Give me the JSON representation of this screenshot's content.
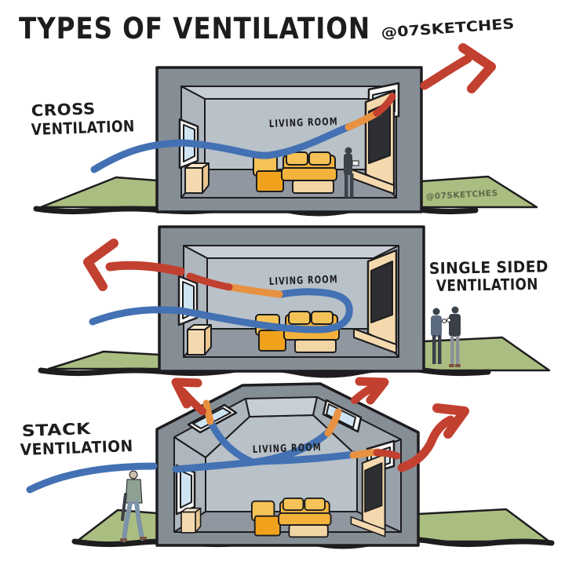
{
  "title": "TYPES OF VENTILATION",
  "author_handle": "@07SKETCHES",
  "watermark": "@07SKETCHES",
  "panels": [
    {
      "id": "cross-ventilation",
      "label_line1": "CROSS",
      "label_line2": "VENTILATION",
      "room_label": "LIVING ROOM",
      "depicts": "Cool air (blue) enters the left window, crosses the living room and exits (red) through a high window on the opposite wall."
    },
    {
      "id": "single-sided-ventilation",
      "label_line1": "SINGLE SIDED",
      "label_line2": "VENTILATION",
      "room_label": "LIVING ROOM",
      "depicts": "Air enters and leaves through the same left-side window: cool air (blue) loops around the room and warm air (red) exits above the inlet."
    },
    {
      "id": "stack-ventilation",
      "label_line1": "STACK",
      "label_line2": "VENTILATION",
      "room_label": "LIVING ROOM",
      "depicts": "Cool air (blue) enters the low left window, rises, and warm air (red) escapes through roof skylights and a high right window."
    }
  ],
  "colors": {
    "paper": "#ffffff",
    "ink": "#1d1d1f",
    "blue": "#4371b3",
    "orange": "#e89140",
    "red": "#c2402f",
    "grass": "#abbe81",
    "frame": "#858d95",
    "wallL": "#aeb6be",
    "wallR": "#99a2aa",
    "wallB": "#b9c1c9",
    "ceil": "#c7ced5",
    "roofR": "#a3abb3",
    "floor": "#9097a0",
    "pane": "#cfe4f1",
    "winframe": "#f9f9f9",
    "cream": "#f5d9ae",
    "creamSide": "#e9c58f",
    "creamTop": "#fbe8c8",
    "sofa": "#f2b23c",
    "sofaHi": "#f5c258",
    "sofaDeep": "#f0a21d",
    "ottoman": "#f2d5a4",
    "screen": "#2c2e32",
    "figDark": "#3d434b",
    "sweater": "#5b6c81",
    "jacket": "#3a3f48",
    "pantsGray": "#8a909a",
    "coat": "#8da092",
    "jeans": "#7d93a8",
    "shoe": "#7a5540",
    "skin": "#cdbfae",
    "watermark": "#5d6b49"
  }
}
